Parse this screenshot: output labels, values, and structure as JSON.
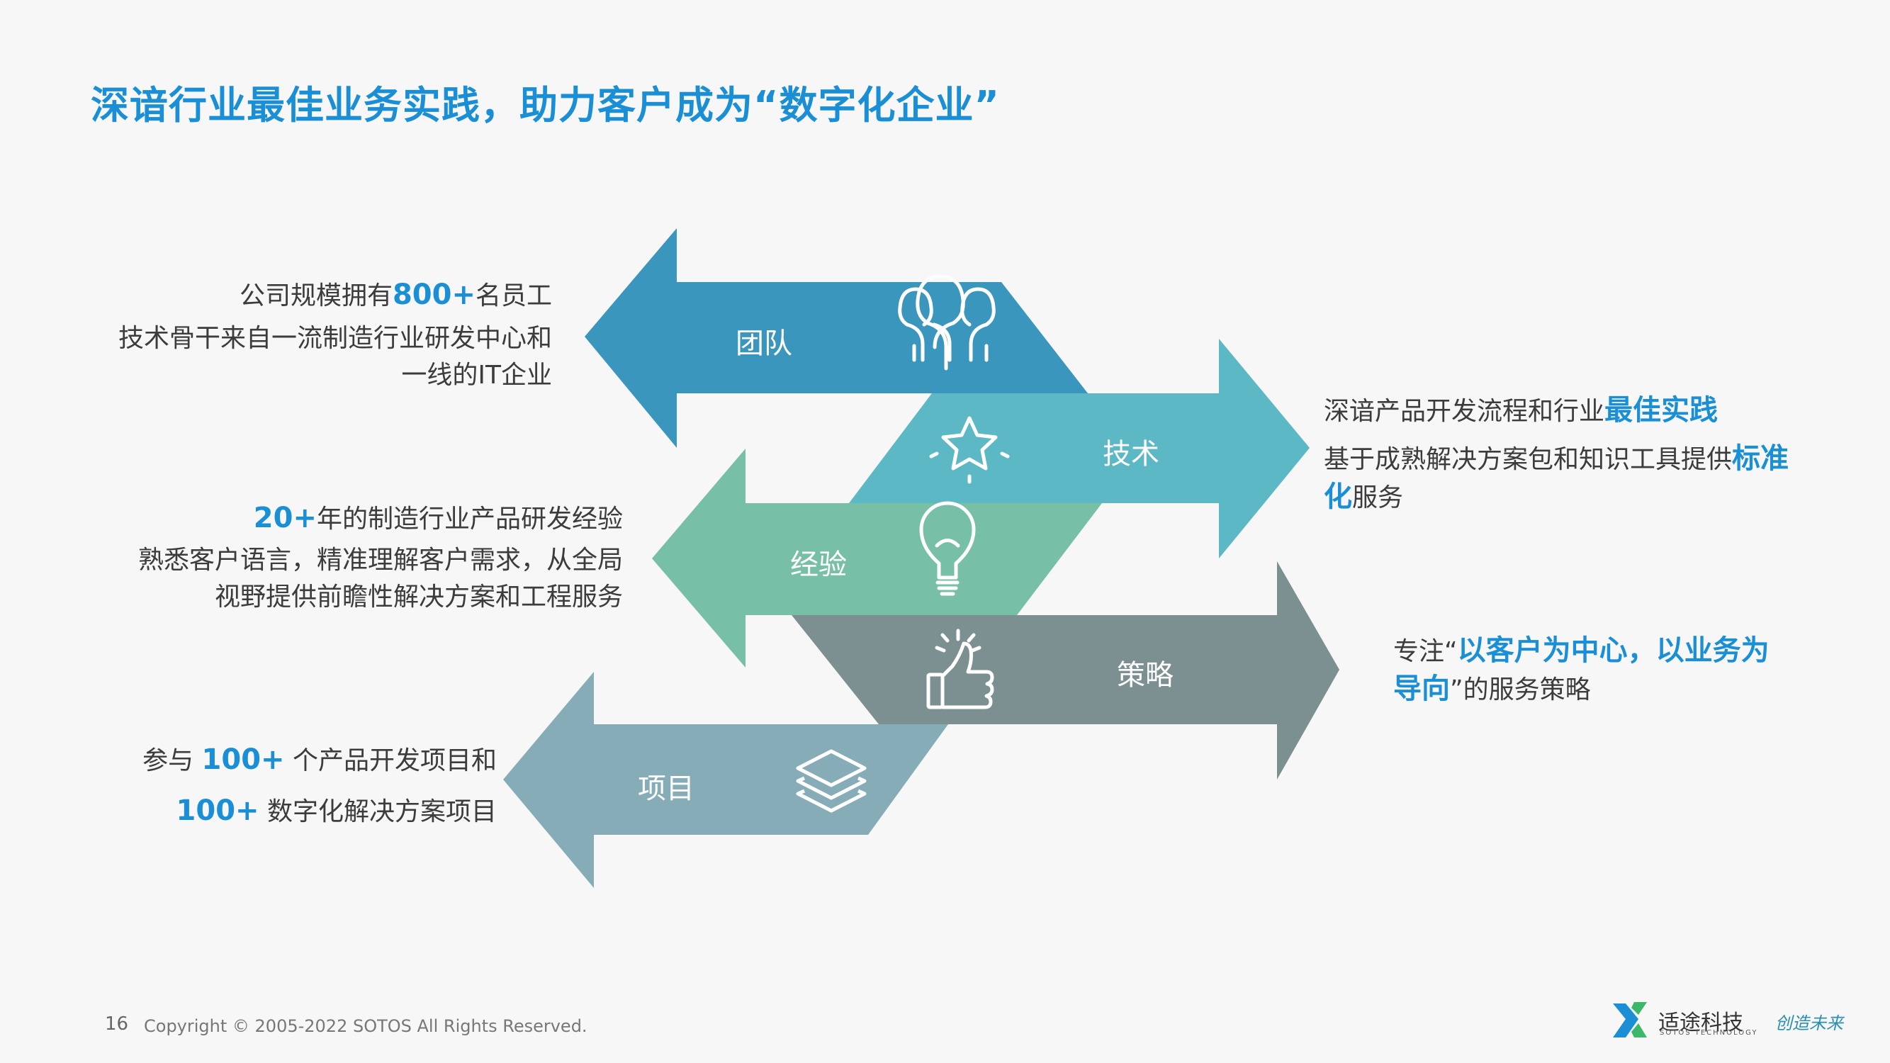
{
  "slide": {
    "title": "深谙行业最佳业务实践，助力客户成为“数字化企业”",
    "page_number": "16",
    "copyright": "Copyright © 2005-2022 SOTOS All Rights Reserved."
  },
  "brand": {
    "name": "适途科技",
    "sub": "SOTOS TECHNOLOGY",
    "slogan": "创造未来",
    "colors": {
      "title": "#1a8fd6",
      "highlight": "#1a8fd6"
    }
  },
  "arrows": [
    {
      "label": "团队",
      "direction": "left",
      "icon": "people-icon",
      "color": "#3a96bd"
    },
    {
      "label": "技术",
      "direction": "right",
      "icon": "star-icon",
      "color": "#5cb8c4"
    },
    {
      "label": "经验",
      "direction": "left",
      "icon": "lightbulb-icon",
      "color": "#77bfa6"
    },
    {
      "label": "策略",
      "direction": "right",
      "icon": "thumbs-up-icon",
      "color": "#7d9091"
    },
    {
      "label": "项目",
      "direction": "left",
      "icon": "layers-icon",
      "color": "#86acb8"
    }
  ],
  "descriptions": {
    "team": {
      "line1_pre": "公司规模拥有",
      "line1_hl": "800+",
      "line1_post": "名员工",
      "line2": "技术骨干来自一流制造行业研发中心和",
      "line3": "一线的IT企业"
    },
    "tech": {
      "line1_pre": "深谙产品开发流程和行业",
      "line1_hl": "最佳实践",
      "line2_pre": "基于成熟解决方案包和知识工具提供",
      "line2_hl": "标准",
      "line3_hl": "化",
      "line3_post": "服务"
    },
    "experience": {
      "line1_hl": "20+",
      "line1_post": "年的制造行业产品研发经验",
      "line2": "熟悉客户语言，精准理解客户需求，从全局",
      "line3": "视野提供前瞻性解决方案和工程服务"
    },
    "strategy": {
      "line1_pre": "专注“",
      "line1_hl": "以客户为中心，以业务为",
      "line2_hl": "导向",
      "line2_post": "”的服务策略"
    },
    "project": {
      "line1_pre": "参与 ",
      "line1_hl": "100+",
      "line1_post": " 个产品开发项目和",
      "line2_hl": "100+",
      "line2_post": " 数字化解决方案项目"
    }
  }
}
